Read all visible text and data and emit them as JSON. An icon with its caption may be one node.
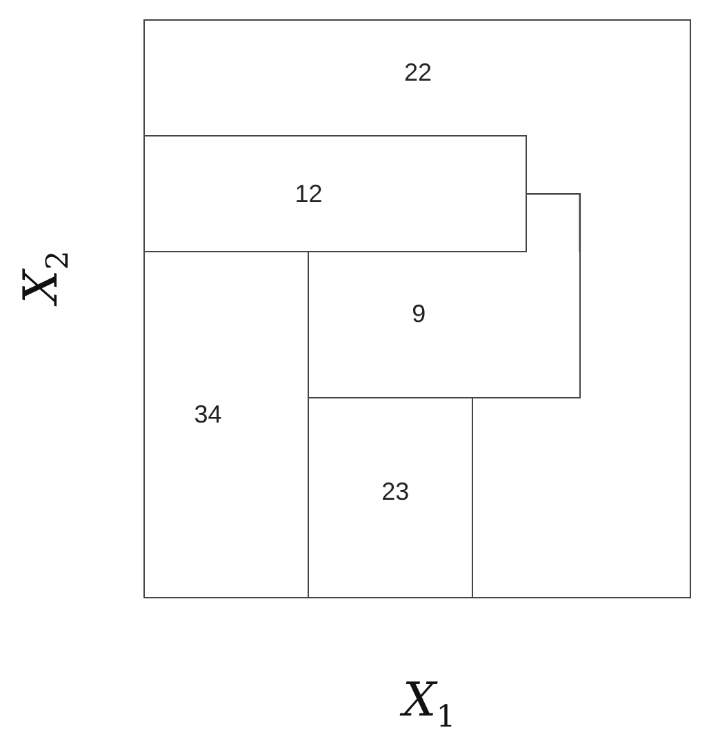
{
  "diagram": {
    "nodes": [
      {
        "text": [
          "22"
        ]
      },
      {
        "text": [
          "12"
        ],
        "in": 0
      },
      {
        "text": [
          "9"
        ],
        "in": 0
      },
      {
        "text": [
          "34"
        ],
        "in": 0
      },
      {
        "text": [
          "23"
        ],
        "in": 0
      }
    ],
    "labels": [
      "X$_{2}$",
      "X$_{1}$"
    ]
  }
}
